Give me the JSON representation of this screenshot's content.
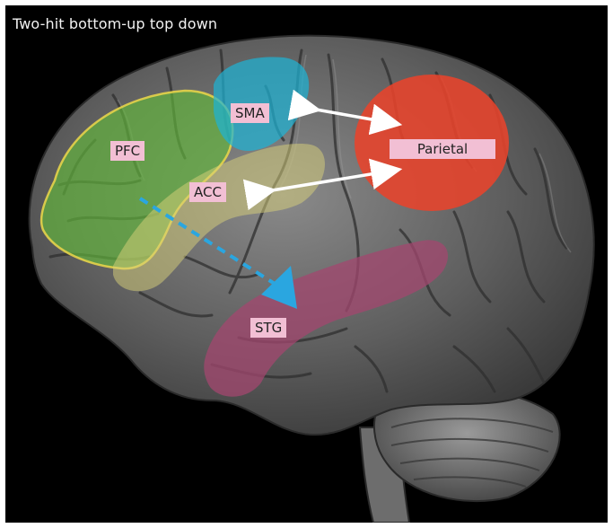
{
  "title": "Two-hit bottom-up top down",
  "regions": {
    "sma": {
      "label": "SMA",
      "color": "#1db4d6"
    },
    "pfc": {
      "label": "PFC",
      "color": "#62b83a"
    },
    "acc": {
      "label": "ACC",
      "color": "#d9d27a"
    },
    "parietal": {
      "label": "Parietal",
      "color": "#e8432b"
    },
    "stg": {
      "label": "STG",
      "color": "#a3476f"
    }
  },
  "arrows": {
    "white_color": "#ffffff",
    "dashed_color": "#2aa6e0"
  }
}
